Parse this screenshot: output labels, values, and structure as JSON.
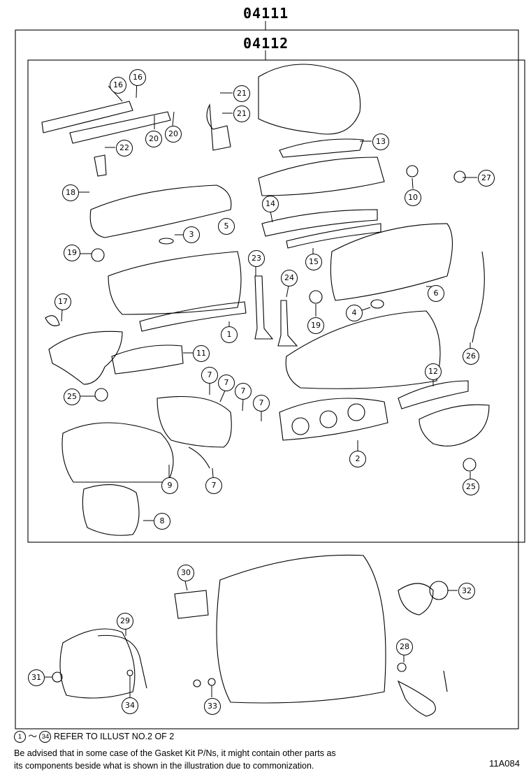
{
  "kit_outer": {
    "code": "04111"
  },
  "kit_inner": {
    "code": "04112"
  },
  "callouts": [
    {
      "id": "c16a",
      "n": "16"
    },
    {
      "id": "c16b",
      "n": "16"
    },
    {
      "id": "c21a",
      "n": "21"
    },
    {
      "id": "c21b",
      "n": "21"
    },
    {
      "id": "c20a",
      "n": "20"
    },
    {
      "id": "c20b",
      "n": "20"
    },
    {
      "id": "c22",
      "n": "22"
    },
    {
      "id": "c13",
      "n": "13"
    },
    {
      "id": "c18",
      "n": "18"
    },
    {
      "id": "c10",
      "n": "10"
    },
    {
      "id": "c27",
      "n": "27"
    },
    {
      "id": "c14",
      "n": "14"
    },
    {
      "id": "c5",
      "n": "5"
    },
    {
      "id": "c3",
      "n": "3"
    },
    {
      "id": "c19a",
      "n": "19"
    },
    {
      "id": "c23",
      "n": "23"
    },
    {
      "id": "c15",
      "n": "15"
    },
    {
      "id": "c24",
      "n": "24"
    },
    {
      "id": "c6",
      "n": "6"
    },
    {
      "id": "c17",
      "n": "17"
    },
    {
      "id": "c4",
      "n": "4"
    },
    {
      "id": "c19b",
      "n": "19"
    },
    {
      "id": "c1",
      "n": "1"
    },
    {
      "id": "c11",
      "n": "11"
    },
    {
      "id": "c26",
      "n": "26"
    },
    {
      "id": "c12",
      "n": "12"
    },
    {
      "id": "c7a",
      "n": "7"
    },
    {
      "id": "c7b",
      "n": "7"
    },
    {
      "id": "c7c",
      "n": "7"
    },
    {
      "id": "c7d",
      "n": "7"
    },
    {
      "id": "c25a",
      "n": "25"
    },
    {
      "id": "c2",
      "n": "2"
    },
    {
      "id": "c9",
      "n": "9"
    },
    {
      "id": "c7e",
      "n": "7"
    },
    {
      "id": "c25b",
      "n": "25"
    },
    {
      "id": "c8",
      "n": "8"
    },
    {
      "id": "c30",
      "n": "30"
    },
    {
      "id": "c32",
      "n": "32"
    },
    {
      "id": "c29",
      "n": "29"
    },
    {
      "id": "c28",
      "n": "28"
    },
    {
      "id": "c31",
      "n": "31"
    },
    {
      "id": "c34",
      "n": "34"
    },
    {
      "id": "c33",
      "n": "33"
    }
  ],
  "footnote": {
    "range_start": "1",
    "range_sep": "～",
    "range_end": "34",
    "range_text": "REFER TO ILLUST NO.2 OF 2",
    "line2": "Be advised that in some case of the Gasket Kit P/Ns,  it might contain other parts as",
    "line3": "its components beside what is shown in the illustration due to commonization."
  },
  "illustration_code": "11A084"
}
